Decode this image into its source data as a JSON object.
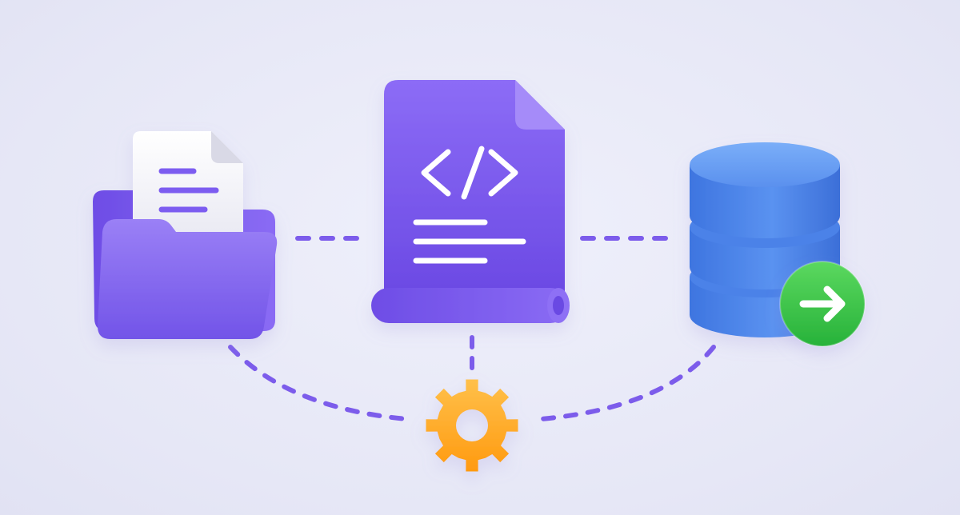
{
  "diagram": {
    "nodes": [
      {
        "id": "folder",
        "icon": "folder-with-document-icon"
      },
      {
        "id": "code-scroll",
        "icon": "code-document-scroll-icon",
        "glyph": "</>"
      },
      {
        "id": "database",
        "icon": "database-icon"
      },
      {
        "id": "export",
        "icon": "arrow-right-icon"
      },
      {
        "id": "settings",
        "icon": "gear-icon"
      }
    ],
    "connections": [
      {
        "from": "folder",
        "to": "code-scroll",
        "style": "dashed"
      },
      {
        "from": "code-scroll",
        "to": "database",
        "style": "dashed"
      },
      {
        "from": "code-scroll",
        "to": "settings",
        "style": "dashed"
      },
      {
        "from": "folder",
        "to": "settings",
        "style": "dashed-curve"
      },
      {
        "from": "database",
        "to": "settings",
        "style": "dashed-curve"
      }
    ]
  },
  "colors": {
    "background": "#E9EAF8",
    "accent_purple": "#7B5CF0",
    "purple_dark": "#6A48E3",
    "purple_light": "#9B7EF7",
    "database_blue": "#4F87EA",
    "arrow_green": "#34C547",
    "gear_orange": "#FFA51C",
    "paper_white": "#F4F4FA",
    "connector": "#7C5CEB"
  }
}
